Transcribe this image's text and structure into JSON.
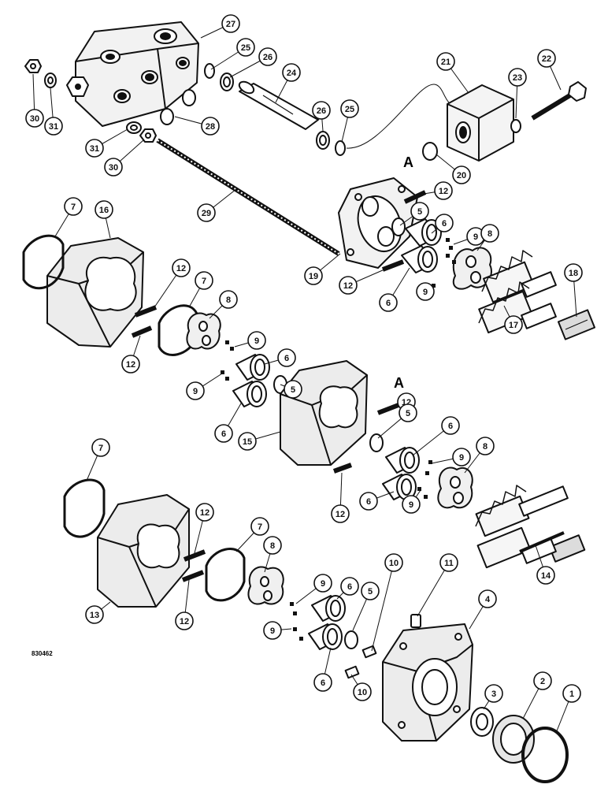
{
  "diagram": {
    "drawing_number": "830462",
    "section_markers": [
      "A",
      "A"
    ],
    "ink_color": "#111111",
    "shade_color": "#e6e6e6",
    "callouts": [
      {
        "id": "c27",
        "label": "27"
      },
      {
        "id": "c25a",
        "label": "25"
      },
      {
        "id": "c26a",
        "label": "26"
      },
      {
        "id": "c24",
        "label": "24"
      },
      {
        "id": "c21",
        "label": "21"
      },
      {
        "id": "c22",
        "label": "22"
      },
      {
        "id": "c23",
        "label": "23"
      },
      {
        "id": "c30a",
        "label": "30"
      },
      {
        "id": "c31a",
        "label": "31"
      },
      {
        "id": "c31b",
        "label": "31"
      },
      {
        "id": "c30b",
        "label": "30"
      },
      {
        "id": "c28",
        "label": "28"
      },
      {
        "id": "c26b",
        "label": "26"
      },
      {
        "id": "c25b",
        "label": "25"
      },
      {
        "id": "c20",
        "label": "20"
      },
      {
        "id": "c29",
        "label": "29"
      },
      {
        "id": "c12a",
        "label": "12"
      },
      {
        "id": "c5a",
        "label": "5"
      },
      {
        "id": "c6a",
        "label": "6"
      },
      {
        "id": "c9a",
        "label": "9"
      },
      {
        "id": "c8a",
        "label": "8"
      },
      {
        "id": "c19",
        "label": "19"
      },
      {
        "id": "c12b",
        "label": "12"
      },
      {
        "id": "c6b",
        "label": "6"
      },
      {
        "id": "c9b",
        "label": "9"
      },
      {
        "id": "c18",
        "label": "18"
      },
      {
        "id": "c17",
        "label": "17"
      },
      {
        "id": "c7a",
        "label": "7"
      },
      {
        "id": "c16",
        "label": "16"
      },
      {
        "id": "c12c",
        "label": "12"
      },
      {
        "id": "c7b",
        "label": "7"
      },
      {
        "id": "c8b",
        "label": "8"
      },
      {
        "id": "c9c",
        "label": "9"
      },
      {
        "id": "c6c",
        "label": "6"
      },
      {
        "id": "c5b",
        "label": "5"
      },
      {
        "id": "c12d",
        "label": "12"
      },
      {
        "id": "c9d",
        "label": "9"
      },
      {
        "id": "c6d",
        "label": "6"
      },
      {
        "id": "c12e",
        "label": "12"
      },
      {
        "id": "c5c",
        "label": "5"
      },
      {
        "id": "c6e",
        "label": "6"
      },
      {
        "id": "c15",
        "label": "15"
      },
      {
        "id": "c9e",
        "label": "9"
      },
      {
        "id": "c8c",
        "label": "8"
      },
      {
        "id": "c12f",
        "label": "12"
      },
      {
        "id": "c9f",
        "label": "9"
      },
      {
        "id": "c6f",
        "label": "6"
      },
      {
        "id": "c14",
        "label": "14"
      },
      {
        "id": "c7c",
        "label": "7"
      },
      {
        "id": "c12g",
        "label": "12"
      },
      {
        "id": "c7d",
        "label": "7"
      },
      {
        "id": "c8d",
        "label": "8"
      },
      {
        "id": "c13",
        "label": "13"
      },
      {
        "id": "c12h",
        "label": "12"
      },
      {
        "id": "c9g",
        "label": "9"
      },
      {
        "id": "c6g",
        "label": "6"
      },
      {
        "id": "c5d",
        "label": "5"
      },
      {
        "id": "c10a",
        "label": "10"
      },
      {
        "id": "c11",
        "label": "11"
      },
      {
        "id": "c4",
        "label": "4"
      },
      {
        "id": "c9h",
        "label": "9"
      },
      {
        "id": "c6h",
        "label": "6"
      },
      {
        "id": "c10b",
        "label": "10"
      },
      {
        "id": "c3",
        "label": "3"
      },
      {
        "id": "c2",
        "label": "2"
      },
      {
        "id": "c1",
        "label": "1"
      }
    ]
  }
}
